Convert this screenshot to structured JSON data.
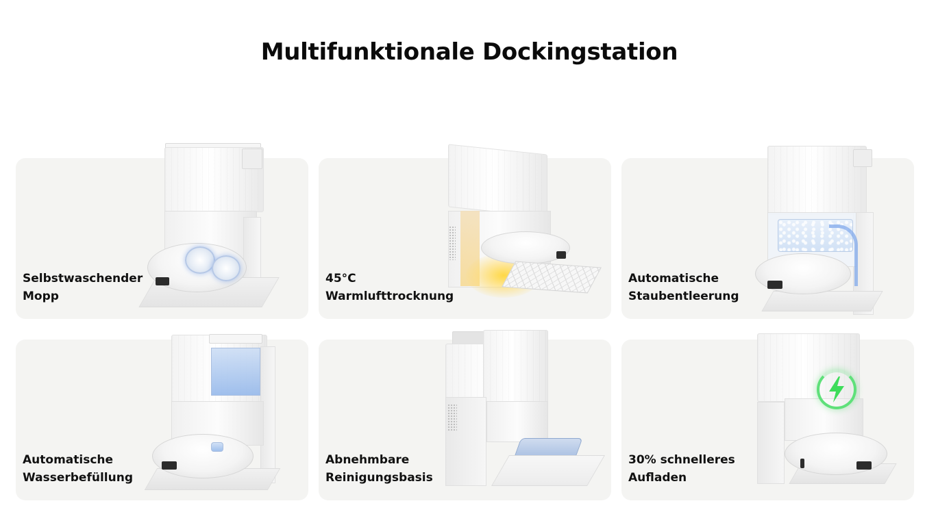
{
  "page": {
    "title": "Multifunktionale Dockingstation"
  },
  "features": [
    {
      "id": "self-washing-mop",
      "label_lines": [
        "Selbstwaschender",
        "Mopp"
      ],
      "icon": "mop-pads-icon",
      "accent": "#b6c8e6"
    },
    {
      "id": "warm-air-drying",
      "label_lines": [
        "45°C",
        "Warmlufttrocknung"
      ],
      "icon": "heat-glow-icon",
      "accent": "#f7d04a"
    },
    {
      "id": "auto-dust-empty",
      "label_lines": [
        "Automatische",
        "Staubentleerung"
      ],
      "icon": "dust-bag-icon",
      "accent": "#8fb1e6"
    },
    {
      "id": "auto-water-refill",
      "label_lines": [
        "Automatische",
        "Wasserbefüllung"
      ],
      "icon": "water-tank-icon",
      "accent": "#9fbde9"
    },
    {
      "id": "removable-cleaning-base",
      "label_lines": [
        "Abnehmbare",
        "Reinigungsbasis"
      ],
      "icon": "cleaning-tray-icon",
      "accent": "#a9c0e2"
    },
    {
      "id": "faster-charging",
      "label_lines": [
        "30% schnelleres",
        "Aufladen"
      ],
      "icon": "lightning-bolt-icon",
      "accent": "#3ddc5a"
    }
  ],
  "colors": {
    "card_background": "#f4f4f2",
    "page_background": "#ffffff",
    "text": "#111111"
  }
}
